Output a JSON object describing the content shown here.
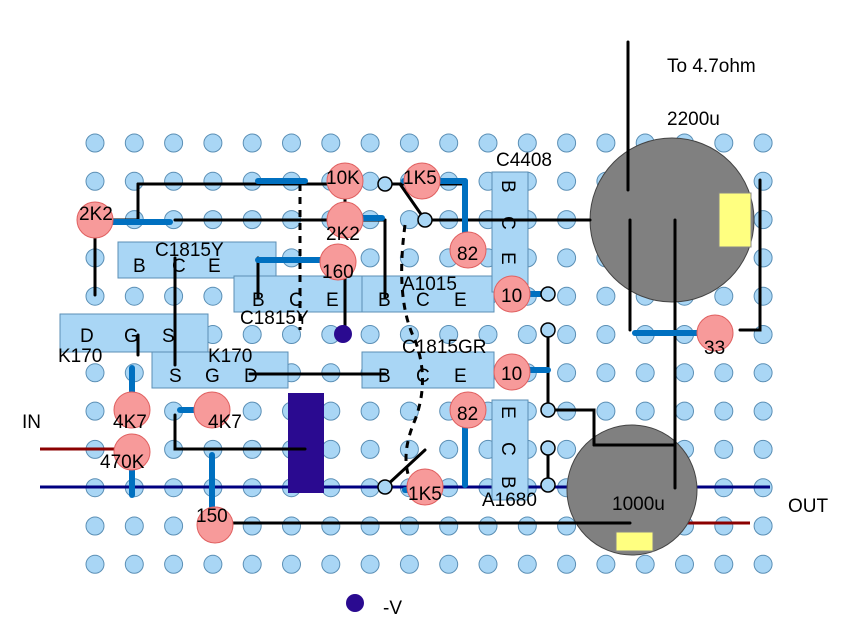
{
  "top_label": "To 4.7ohm",
  "in_label": "IN",
  "out_label": "OUT",
  "minus_v_label": "-V",
  "capacitors": {
    "big": "2200u",
    "small": "1000u"
  },
  "transistors": {
    "c1815y_1": {
      "name": "C1815Y",
      "pins": [
        "B",
        "C",
        "E"
      ]
    },
    "c1815y_2": {
      "name": "C1815Y",
      "pins": [
        "B",
        "C",
        "E"
      ]
    },
    "a1015": {
      "name": "A1015",
      "pins": [
        "B",
        "C",
        "E"
      ]
    },
    "c1815gr": {
      "name": "C1815GR",
      "pins": [
        "B",
        "C",
        "E"
      ]
    },
    "k170_1": {
      "name": "K170",
      "pins": [
        "D",
        "G",
        "S"
      ]
    },
    "k170_2": {
      "name": "K170",
      "pins": [
        "S",
        "G",
        "D"
      ]
    },
    "c4408": {
      "name": "C4408",
      "pins": [
        "B",
        "C",
        "E"
      ]
    },
    "a1680": {
      "name": "A1680",
      "pins": [
        "E",
        "C",
        "B"
      ]
    }
  },
  "resistors": [
    {
      "id": "r_10k",
      "label": "10K"
    },
    {
      "id": "r_1k5_top",
      "label": "1K5"
    },
    {
      "id": "r_2k2_left",
      "label": "2K2"
    },
    {
      "id": "r_2k2_mid",
      "label": "2K2"
    },
    {
      "id": "r_160",
      "label": "160"
    },
    {
      "id": "r_82_top",
      "label": "82"
    },
    {
      "id": "r_10_top",
      "label": "10"
    },
    {
      "id": "r_33",
      "label": "33"
    },
    {
      "id": "r_10_bot",
      "label": "10"
    },
    {
      "id": "r_82_bot",
      "label": "82"
    },
    {
      "id": "r_4k7_left",
      "label": "4K7"
    },
    {
      "id": "r_4k7_mid",
      "label": "4K7"
    },
    {
      "id": "r_470k",
      "label": "470K"
    },
    {
      "id": "r_150",
      "label": "150"
    },
    {
      "id": "r_1k5_bot",
      "label": "1K5"
    }
  ],
  "colors": {
    "hole": "#a9d6f5",
    "hole_stroke": "#5b8fb5",
    "resistor": "#f79a9a",
    "transistor": "#a9d6f5",
    "capacitor": "#808080",
    "capacitor_mark": "#ffff80",
    "wire": "#000000",
    "jumper": "#0070c0",
    "signal": "#8b0000",
    "rail": "#000080",
    "pot": "#2a0a90"
  }
}
